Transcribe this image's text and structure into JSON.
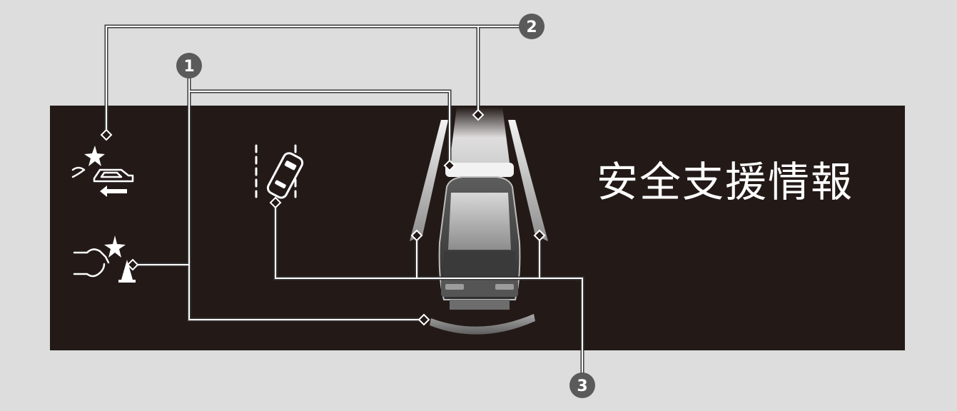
{
  "panel": {
    "title": "安全支援情報"
  },
  "callouts": [
    {
      "number": "1"
    },
    {
      "number": "2"
    },
    {
      "number": "3"
    }
  ],
  "icons": [
    "front-collision-warning-icon",
    "pedestrian-collision-warning-icon",
    "lane-departure-icon",
    "vehicle-rear-view-icon"
  ],
  "colors": {
    "background": "#dcdddc",
    "panel": "#231a18",
    "callout_badge": "#5a5a5a",
    "leader_line": "#ffffff"
  }
}
